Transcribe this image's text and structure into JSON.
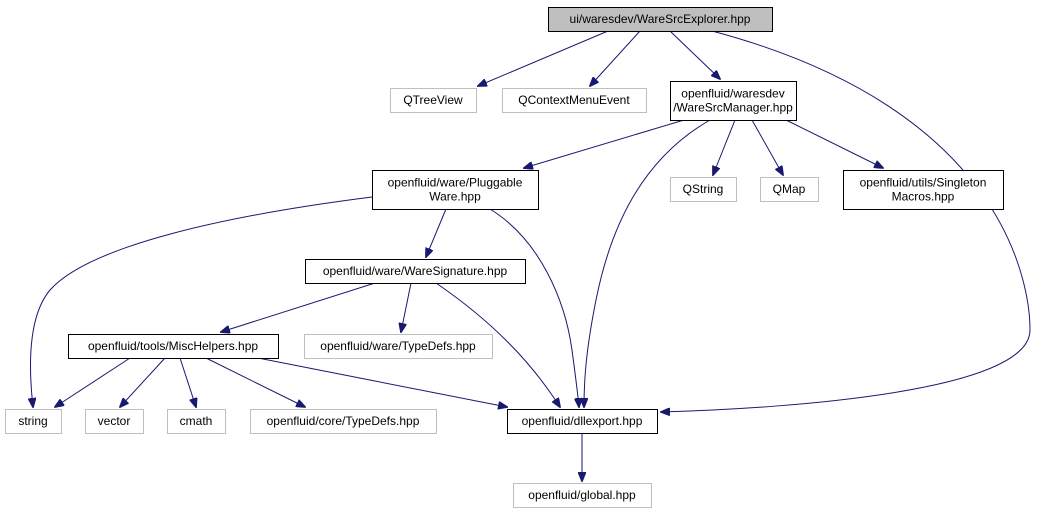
{
  "colors": {
    "edge": "#191970",
    "highlight_fill": "#bfbfbf",
    "documented_border": "#000000",
    "external_border": "#bfbfbf"
  },
  "nodes": [
    {
      "id": "root",
      "lines": [
        "ui/waresdev/WareSrcExplorer.hpp"
      ],
      "kind": "highlighted"
    },
    {
      "id": "qtreeview",
      "lines": [
        "QTreeView"
      ],
      "kind": "external"
    },
    {
      "id": "qcontextmenuevent",
      "lines": [
        "QContextMenuEvent"
      ],
      "kind": "external"
    },
    {
      "id": "waresrcmanager",
      "lines": [
        "openfluid/waresdev",
        "/WareSrcManager.hpp"
      ],
      "kind": "documented"
    },
    {
      "id": "pluggableware",
      "lines": [
        "openfluid/ware/Pluggable",
        "Ware.hpp"
      ],
      "kind": "documented"
    },
    {
      "id": "qstring",
      "lines": [
        "QString"
      ],
      "kind": "external"
    },
    {
      "id": "qmap",
      "lines": [
        "QMap"
      ],
      "kind": "external"
    },
    {
      "id": "singletonmacros",
      "lines": [
        "openfluid/utils/Singleton",
        "Macros.hpp"
      ],
      "kind": "documented"
    },
    {
      "id": "waresignature",
      "lines": [
        "openfluid/ware/WareSignature.hpp"
      ],
      "kind": "documented"
    },
    {
      "id": "mischelpers",
      "lines": [
        "openfluid/tools/MiscHelpers.hpp"
      ],
      "kind": "documented"
    },
    {
      "id": "waretypedefs",
      "lines": [
        "openfluid/ware/TypeDefs.hpp"
      ],
      "kind": "external"
    },
    {
      "id": "string",
      "lines": [
        "string"
      ],
      "kind": "external"
    },
    {
      "id": "vector",
      "lines": [
        "vector"
      ],
      "kind": "external"
    },
    {
      "id": "cmath",
      "lines": [
        "cmath"
      ],
      "kind": "external"
    },
    {
      "id": "coretypedefs",
      "lines": [
        "openfluid/core/TypeDefs.hpp"
      ],
      "kind": "external"
    },
    {
      "id": "dllexport",
      "lines": [
        "openfluid/dllexport.hpp"
      ],
      "kind": "documented"
    },
    {
      "id": "global",
      "lines": [
        "openfluid/global.hpp"
      ],
      "kind": "external"
    }
  ],
  "edges": [
    {
      "from": "root",
      "to": "qtreeview"
    },
    {
      "from": "root",
      "to": "qcontextmenuevent"
    },
    {
      "from": "root",
      "to": "waresrcmanager"
    },
    {
      "from": "root",
      "to": "dllexport"
    },
    {
      "from": "waresrcmanager",
      "to": "pluggableware"
    },
    {
      "from": "waresrcmanager",
      "to": "qstring"
    },
    {
      "from": "waresrcmanager",
      "to": "qmap"
    },
    {
      "from": "waresrcmanager",
      "to": "singletonmacros"
    },
    {
      "from": "waresrcmanager",
      "to": "dllexport"
    },
    {
      "from": "pluggableware",
      "to": "waresignature"
    },
    {
      "from": "pluggableware",
      "to": "string"
    },
    {
      "from": "pluggableware",
      "to": "dllexport"
    },
    {
      "from": "waresignature",
      "to": "mischelpers"
    },
    {
      "from": "waresignature",
      "to": "waretypedefs"
    },
    {
      "from": "waresignature",
      "to": "dllexport"
    },
    {
      "from": "mischelpers",
      "to": "string"
    },
    {
      "from": "mischelpers",
      "to": "vector"
    },
    {
      "from": "mischelpers",
      "to": "cmath"
    },
    {
      "from": "mischelpers",
      "to": "coretypedefs"
    },
    {
      "from": "mischelpers",
      "to": "dllexport"
    },
    {
      "from": "dllexport",
      "to": "global"
    }
  ]
}
